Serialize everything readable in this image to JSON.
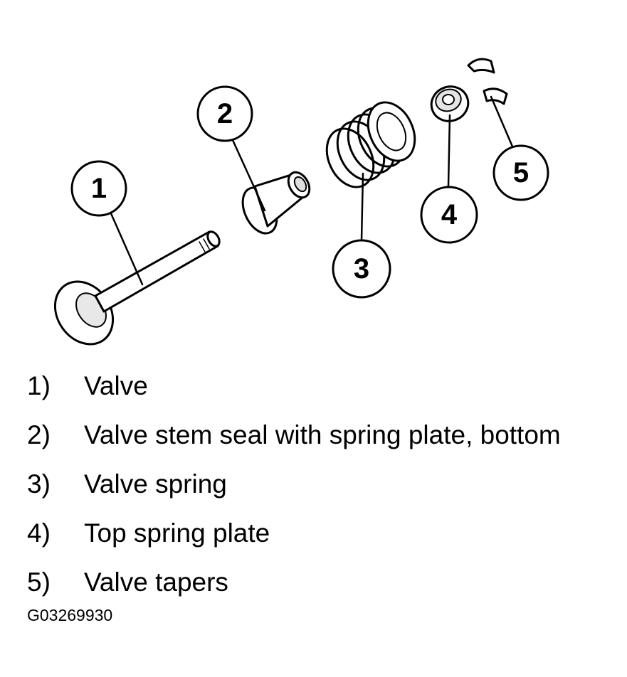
{
  "callouts": [
    "1",
    "2",
    "3",
    "4",
    "5"
  ],
  "legend": [
    {
      "num": "1)",
      "text": "Valve"
    },
    {
      "num": "2)",
      "text": "Valve stem seal with spring plate, bottom"
    },
    {
      "num": "3)",
      "text": "Valve spring"
    },
    {
      "num": "4)",
      "text": "Top spring plate"
    },
    {
      "num": "5)",
      "text": "Valve tapers"
    }
  ],
  "figure_id": "G03269930"
}
